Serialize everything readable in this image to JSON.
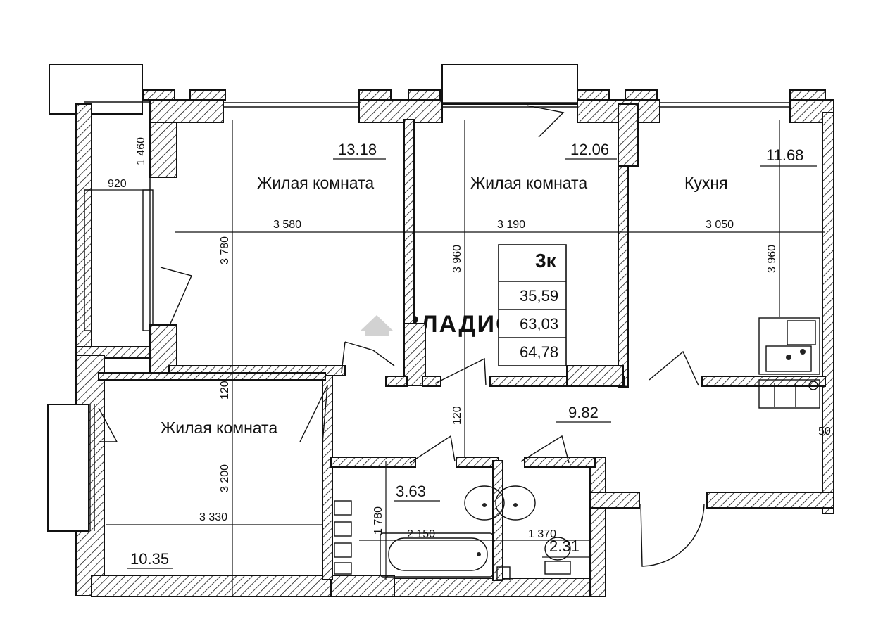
{
  "rooms": [
    {
      "id": "living1",
      "label": "Жилая комната",
      "area": "13.18"
    },
    {
      "id": "living2",
      "label": "Жилая комната",
      "area": "12.06"
    },
    {
      "id": "kitchen",
      "label": "Кухня",
      "area": "11.68"
    },
    {
      "id": "living3",
      "label": "Жилая комната",
      "area": "10.35"
    },
    {
      "id": "hall",
      "area": "9.82"
    },
    {
      "id": "bath",
      "area": "3.63"
    },
    {
      "id": "wc",
      "area": "2.31"
    }
  ],
  "dimensions": {
    "balcony_h": "1 460",
    "balcony_w": "920",
    "living1_w": "3 580",
    "living1_h": "3 780",
    "living2_w": "3 190",
    "living2_h": "3 960",
    "kitchen_w": "3 050",
    "kitchen_h": "3 960",
    "wall_a": "120",
    "wall_b": "120",
    "living3_h": "3 200",
    "living3_w": "3 330",
    "bath_h": "1 780",
    "bath_w": "2 150",
    "wc_w": "1 370",
    "side": "50"
  },
  "summary": {
    "title": "3к",
    "living_area": "35,59",
    "total_area": "63,03",
    "total_with_balcony": "64,78"
  },
  "watermark": "ВЛАДИС"
}
